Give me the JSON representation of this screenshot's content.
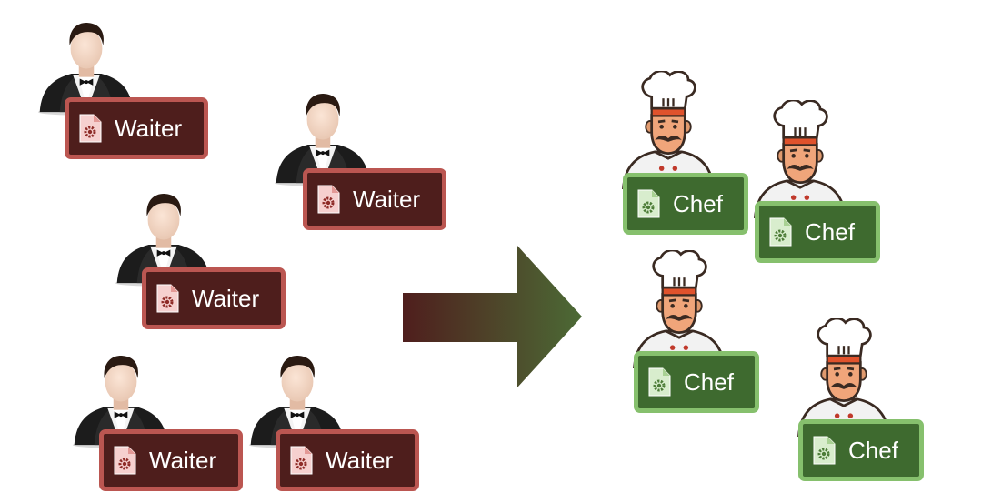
{
  "left_group": {
    "badges": [
      {
        "label": "Waiter"
      },
      {
        "label": "Waiter"
      },
      {
        "label": "Waiter"
      },
      {
        "label": "Waiter"
      },
      {
        "label": "Waiter"
      }
    ]
  },
  "right_group": {
    "badges": [
      {
        "label": "Chef"
      },
      {
        "label": "Chef"
      },
      {
        "label": "Chef"
      },
      {
        "label": "Chef"
      }
    ]
  },
  "colors": {
    "waiter_badge_fill": "#4e1e1c",
    "waiter_badge_border": "#bb5651",
    "chef_badge_fill": "#3e6a2f",
    "chef_badge_border": "#86c06d",
    "arrow_start": "#4f1e1d",
    "arrow_end": "#4c6a35"
  },
  "icons": {
    "waiter_figure": "waiter-icon",
    "chef_figure": "chef-icon",
    "document_gear": "document-gear-icon",
    "arrow": "right-arrow-icon"
  }
}
